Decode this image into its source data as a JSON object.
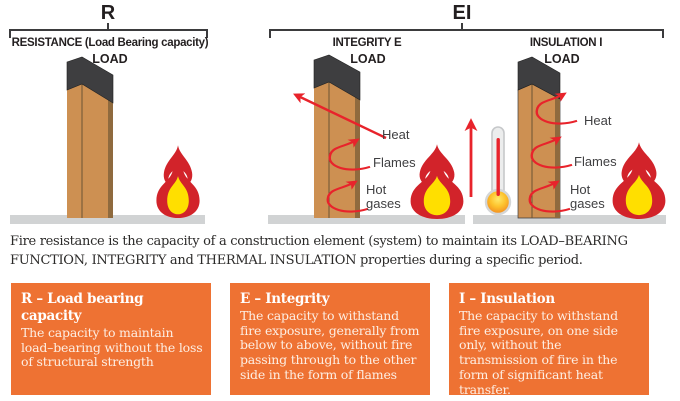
{
  "colors": {
    "orange": "#ee7233",
    "fire_red": "#d2232a",
    "fire_yellow": "#ffdf00",
    "arrow_red": "#e8232b",
    "wood": "#cd9052",
    "wood_dark": "#8f6a3e",
    "cap_gray": "#3e3e40",
    "ground_gray": "#d1d3d4",
    "text_dark": "#231f20",
    "box_text": "#fdeee3"
  },
  "diagram": {
    "r_group": {
      "letter": "R",
      "bracket_label": "RESISTANCE (Load Bearing capacity)",
      "load_label": "LOAD"
    },
    "ei_group": {
      "letter": "EI",
      "integrity": {
        "title": "INTEGRITY E",
        "load_label": "LOAD",
        "labels": {
          "heat": "Heat",
          "flames": "Flames",
          "hot_gases": "Hot gases"
        }
      },
      "insulation": {
        "title": "INSULATION I",
        "load_label": "LOAD",
        "labels": {
          "heat": "Heat",
          "flames": "Flames",
          "hot_gases": "Hot gases"
        }
      }
    }
  },
  "description": {
    "text": "Fire resistance is the capacity of a construction element (system) to maintain its LOAD–BEARING FUNCTION, INTEGRITY and THERMAL INSULATION properties during a specific period."
  },
  "cards": [
    {
      "title": "R – Load bearing capacity",
      "body": "The capacity to maintain load–bearing without the loss of structural strength"
    },
    {
      "title": "E – Integrity",
      "body": "The capacity to withstand fire exposure, generally from below to above, without fire passing through to the other side in the form of flames"
    },
    {
      "title": "I – Insulation",
      "body": "The capacity to withstand fire exposure, on one side only, without the transmission of fire in the form of significant heat transfer."
    }
  ]
}
